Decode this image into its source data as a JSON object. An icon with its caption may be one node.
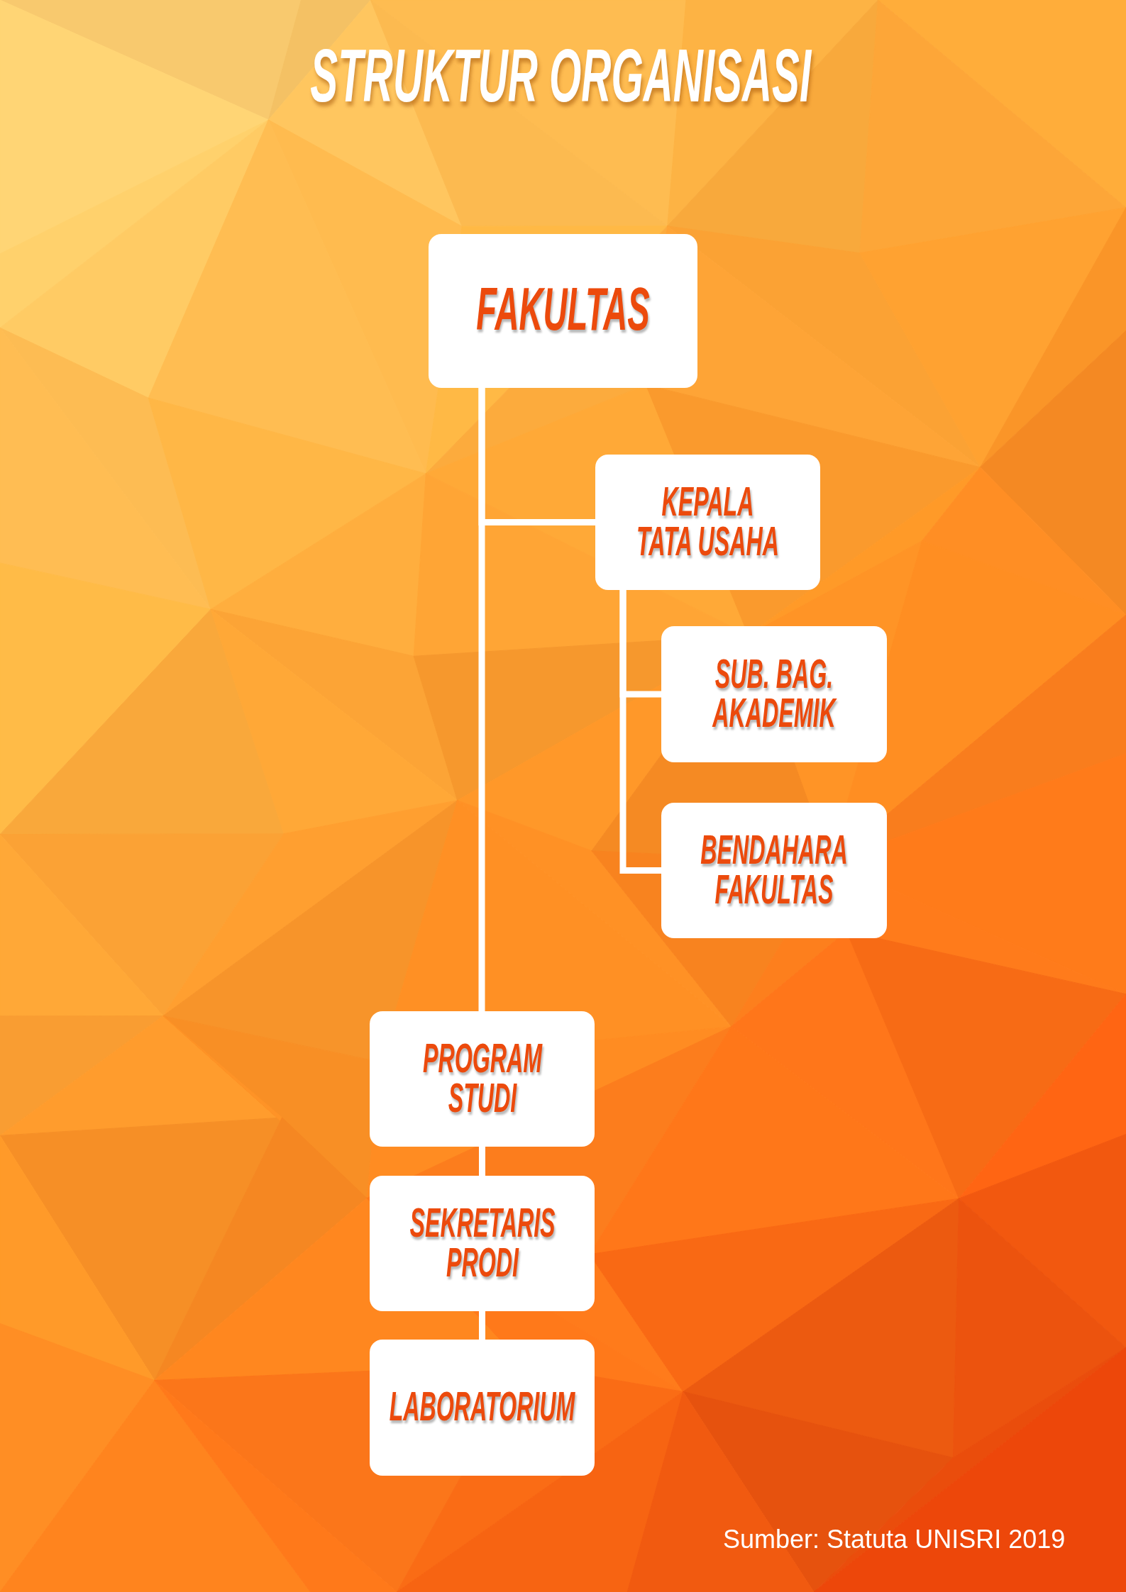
{
  "diagram": {
    "title": "STRUKTUR ORGANISASI",
    "caption": "Sumber: Statuta UNISRI 2019",
    "nodes": [
      {
        "text": [
          "FAKULTAS"
        ]
      },
      {
        "text": [
          "KEPALA TATA USAHA"
        ]
      },
      {
        "text": [
          "SUB. BAG. AKADEMIK"
        ]
      },
      {
        "text": [
          "BENDAHARA FAKULTAS"
        ]
      },
      {
        "text": [
          "PROGRAM STUDI"
        ]
      },
      {
        "text": [
          "SEKRETARIS PRODI"
        ]
      },
      {
        "text": [
          "LABORATORIUM"
        ]
      }
    ],
    "edges": [
      {
        "from": 0,
        "to": 1,
        "arrow": "none"
      },
      {
        "from": 0,
        "to": 4,
        "arrow": "none"
      },
      {
        "from": 1,
        "to": 2,
        "arrow": "none"
      },
      {
        "from": 1,
        "to": 3,
        "arrow": "none"
      },
      {
        "from": 4,
        "to": 5,
        "arrow": "none"
      },
      {
        "from": 5,
        "to": 6,
        "arrow": "none"
      }
    ]
  }
}
